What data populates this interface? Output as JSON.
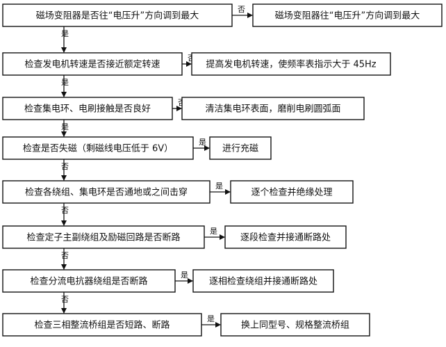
{
  "diagram": {
    "nodes": [
      {
        "id": "check_field_rheostat",
        "text": "磁场变阻器是否往“电压升”方向调到最大"
      },
      {
        "id": "fix_field_rheostat",
        "text": "磁场变阻器往“电压升”方向调到最大"
      },
      {
        "id": "check_speed",
        "text": "检查发电机转速是否接近额定转速"
      },
      {
        "id": "fix_speed",
        "text": "提高发电机转速，使频率表指示大于 45Hz"
      },
      {
        "id": "check_slip_ring",
        "text": "检查集电环、电刷接触是否良好"
      },
      {
        "id": "fix_slip_ring",
        "text": "清洁集电环表面，磨削电刷圆弧面"
      },
      {
        "id": "check_demagnetized",
        "text": "检查是否失磁（剩磁线电压低于 6V）"
      },
      {
        "id": "fix_demagnetized",
        "text": "进行充磁"
      },
      {
        "id": "check_ground_short",
        "text": "检查各绕组、集电环是否通地或之间击穿"
      },
      {
        "id": "fix_ground_short",
        "text": "逐个检查并绝缘处理"
      },
      {
        "id": "check_stator_open",
        "text": "检查定子主副绕组及励磁回路是否断路"
      },
      {
        "id": "fix_stator_open",
        "text": "逐段检查并接通断路处"
      },
      {
        "id": "check_reactor_open",
        "text": "检查分流电抗器绕组是否断路"
      },
      {
        "id": "fix_reactor_open",
        "text": "逐相检查绕组并接通断路处"
      },
      {
        "id": "check_bridge",
        "text": "检查三相整流桥组是否短路、断路"
      },
      {
        "id": "fix_bridge",
        "text": "换上同型号、规格整流桥组"
      }
    ],
    "edges": [
      {
        "from": "check_field_rheostat",
        "to": "fix_field_rheostat",
        "label": "否"
      },
      {
        "from": "check_field_rheostat",
        "to": "check_speed",
        "label": "是"
      },
      {
        "from": "check_speed",
        "to": "fix_speed",
        "label": "否"
      },
      {
        "from": "check_speed",
        "to": "check_slip_ring",
        "label": "是"
      },
      {
        "from": "check_slip_ring",
        "to": "fix_slip_ring",
        "label": "否"
      },
      {
        "from": "check_slip_ring",
        "to": "check_demagnetized",
        "label": "是"
      },
      {
        "from": "check_demagnetized",
        "to": "fix_demagnetized",
        "label": "是"
      },
      {
        "from": "check_demagnetized",
        "to": "check_ground_short",
        "label": "否"
      },
      {
        "from": "check_ground_short",
        "to": "fix_ground_short",
        "label": "是"
      },
      {
        "from": "check_ground_short",
        "to": "check_stator_open",
        "label": "否"
      },
      {
        "from": "check_stator_open",
        "to": "fix_stator_open",
        "label": "是"
      },
      {
        "from": "check_stator_open",
        "to": "check_reactor_open",
        "label": "否"
      },
      {
        "from": "check_reactor_open",
        "to": "fix_reactor_open",
        "label": "是"
      },
      {
        "from": "check_reactor_open",
        "to": "check_bridge",
        "label": "否"
      },
      {
        "from": "check_bridge",
        "to": "fix_bridge",
        "label": "是"
      }
    ]
  }
}
